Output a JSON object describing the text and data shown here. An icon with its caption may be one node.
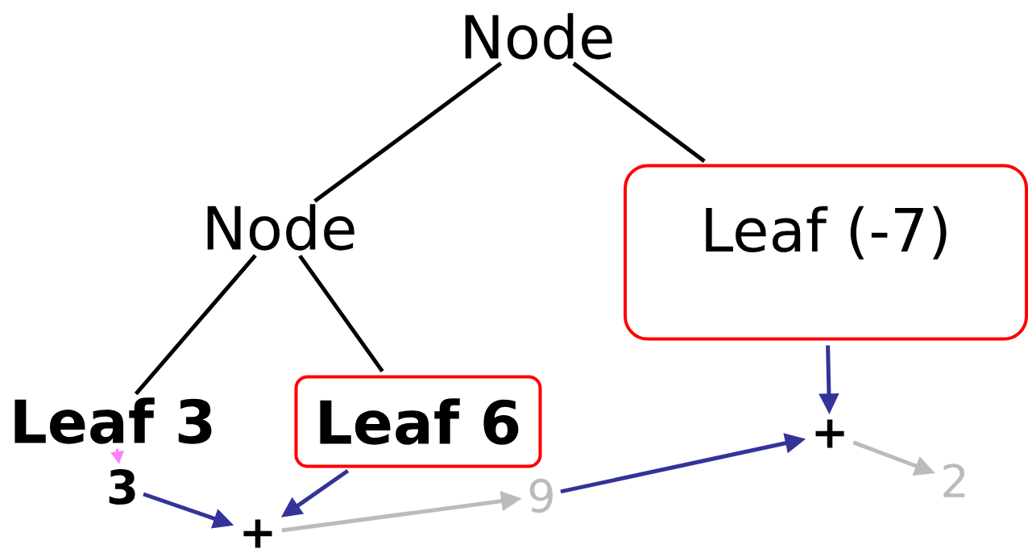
{
  "diagram": {
    "nodes": [
      {
        "text": [
          "Node"
        ]
      },
      {
        "text": [
          "Node"
        ]
      },
      {
        "text": [
          "Leaf (-7)"
        ]
      },
      {
        "text": [
          "Leaf 3"
        ]
      },
      {
        "text": [
          "Leaf 6"
        ]
      },
      {
        "text": [
          "3"
        ]
      },
      {
        "text": [
          "+"
        ]
      },
      {
        "text": [
          "9"
        ]
      },
      {
        "text": [
          "+"
        ]
      },
      {
        "text": [
          "2"
        ]
      }
    ],
    "edges": [
      {
        "from": 0,
        "to": 1,
        "arrow": "none"
      },
      {
        "from": 0,
        "to": 2,
        "arrow": "none"
      },
      {
        "from": 1,
        "to": 3,
        "arrow": "none"
      },
      {
        "from": 1,
        "to": 4,
        "arrow": "none"
      },
      {
        "from": 3,
        "to": 5,
        "arrow": "to",
        "color": "#ff80ff"
      },
      {
        "from": 5,
        "to": 6,
        "arrow": "to",
        "color": "#333399"
      },
      {
        "from": 4,
        "to": 6,
        "arrow": "to",
        "color": "#333399"
      },
      {
        "from": 6,
        "to": 7,
        "arrow": "to",
        "color": "#bbbbbb"
      },
      {
        "from": 7,
        "to": 8,
        "arrow": "to",
        "color": "#333399"
      },
      {
        "from": 2,
        "to": 8,
        "arrow": "to",
        "color": "#333399"
      },
      {
        "from": 8,
        "to": 9,
        "arrow": "to",
        "color": "#bbbbbb"
      }
    ]
  }
}
